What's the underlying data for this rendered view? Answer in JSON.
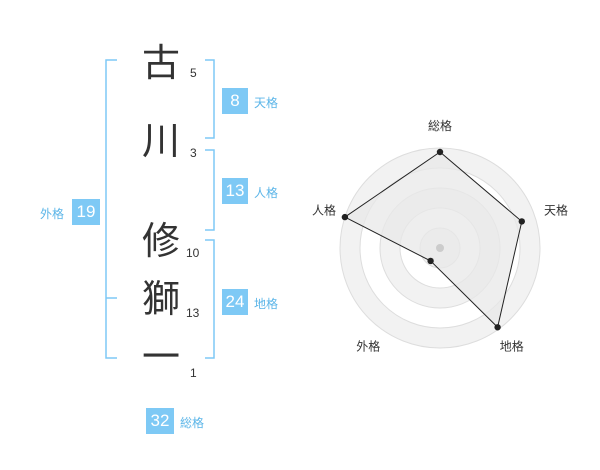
{
  "name": {
    "characters": [
      {
        "char": "古",
        "strokes": "5"
      },
      {
        "char": "川",
        "strokes": "3"
      },
      {
        "char": "修",
        "strokes": "10"
      },
      {
        "char": "獅",
        "strokes": "13"
      },
      {
        "char": "一",
        "strokes": "1"
      }
    ]
  },
  "fortunes": {
    "tenkaku": {
      "value": "8",
      "label": "天格"
    },
    "jinkaku": {
      "value": "13",
      "label": "人格"
    },
    "chikaku": {
      "value": "24",
      "label": "地格"
    },
    "gaikaku": {
      "value": "19",
      "label": "外格"
    },
    "soukaku": {
      "value": "32",
      "label": "総格"
    }
  },
  "colors": {
    "accent": "#7ec9f5",
    "label": "#5bb5e8",
    "bracket": "#7ec9f5",
    "text": "#333333",
    "radar_fill": "#e8e8e8",
    "radar_grid": "#dddddd",
    "radar_line": "#222222"
  },
  "chart_data": {
    "type": "radar",
    "axes": [
      "総格",
      "天格",
      "地格",
      "外格",
      "人格"
    ],
    "values": [
      4.8,
      4.3,
      4.9,
      0.8,
      5.0
    ],
    "rmax": 5,
    "rings": 5
  }
}
